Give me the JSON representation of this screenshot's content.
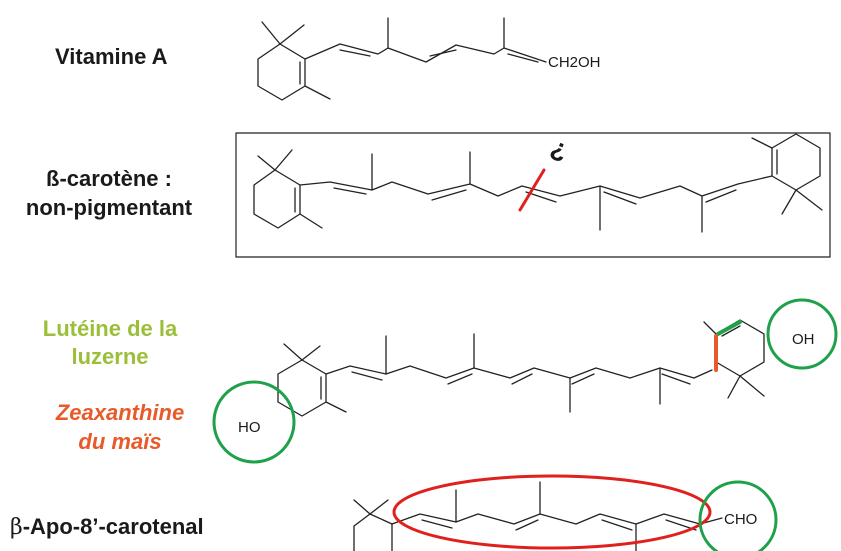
{
  "labels": {
    "vitamin_a": "Vitamine A",
    "beta_carotene_line1": "ß-carotène :",
    "beta_carotene_line2": "non-pigmentant",
    "lutein_line1": "Lutéine de la",
    "lutein_line2": "luzerne",
    "zeaxanthin_line1": "Zeaxanthine",
    "zeaxanthin_line2": "du maïs",
    "apo_carotenal_greek": "β",
    "apo_carotenal_rest": "-Apo-8’-carotenal"
  },
  "groups": {
    "vitamin_a_end": "CH2OH",
    "hydroxyl_right": "OH",
    "hydroxyl_left": "HO",
    "aldehyde": "CHO",
    "question_mark": "?"
  },
  "colors": {
    "text": "#1a1a1a",
    "lutein": "#9bbf3a",
    "zeaxanthin": "#e85a2a",
    "green_mark": "#1ea14a",
    "red_mark": "#e0201e",
    "bond": "#222222"
  }
}
